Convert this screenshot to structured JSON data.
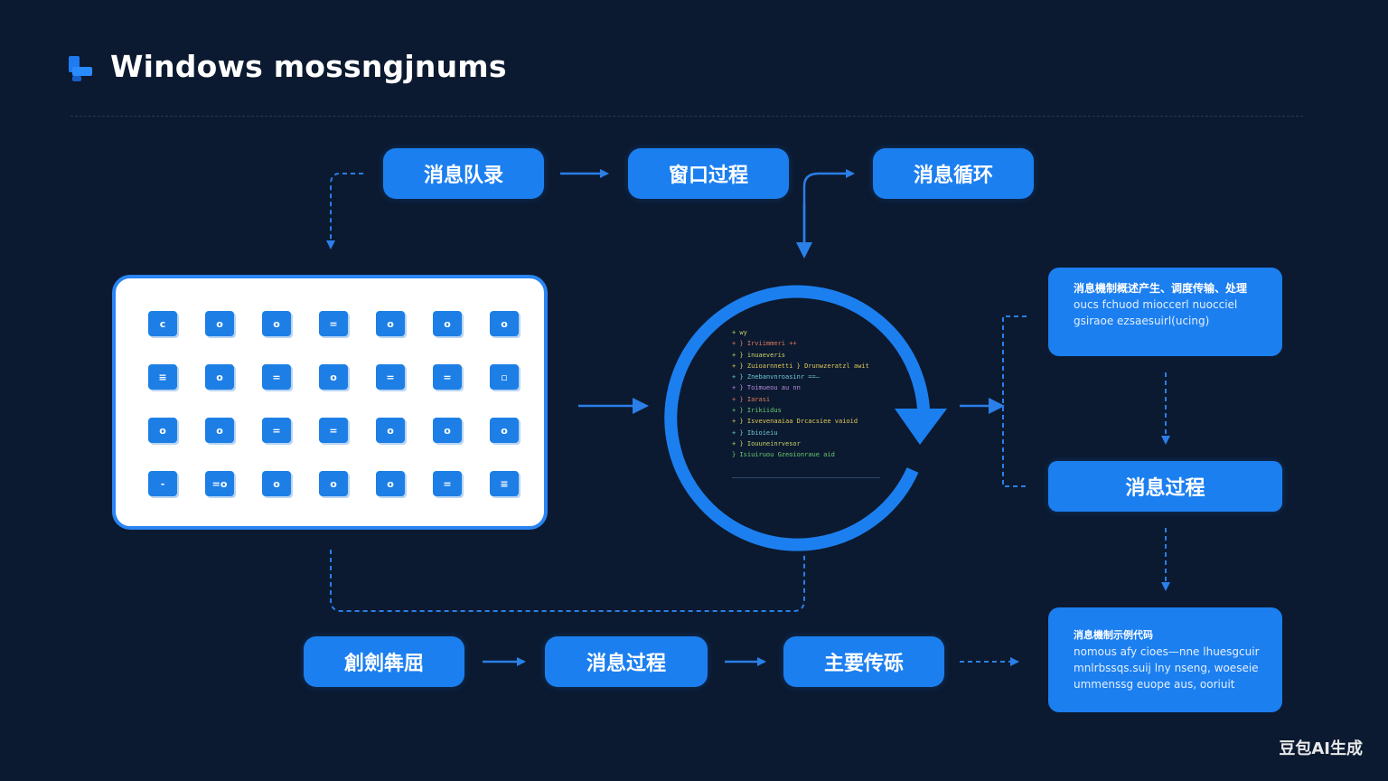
{
  "header": {
    "title": "Windows mossngjnums"
  },
  "nodes": {
    "top": [
      "消息队录",
      "窗口过程",
      "消息循环"
    ],
    "bottom": [
      "創劍犇屈",
      "消息过程",
      "主要传砾"
    ],
    "right_middle": "消息过程"
  },
  "cards": {
    "top": [
      "消息機制概述产生、调度传输、处理",
      "oucs fchuod mioccerl nuocciel",
      "gsiraoe ezsaesuirl(ucing)"
    ],
    "bottom": [
      "消息機制示例代码",
      "nomous afy cioes—nne lhuesgcuir",
      "mnlrbssqs.suij lny nseng, woeseie",
      "ummenssg euope aus, ooriuit"
    ]
  },
  "code_lines": [
    {
      "text": "+ wy",
      "color": "#c8d26a"
    },
    {
      "text": "+ } Irviimmeri ++",
      "color": "#e07a5a"
    },
    {
      "text": "+ } inuaeveris",
      "color": "#c8d26a"
    },
    {
      "text": "+ } Zuioarnnetti } Drunwzeratzl  awit",
      "color": "#e0c85a"
    },
    {
      "text": "+ } Znebanvnroasinr ==—",
      "color": "#6ec9d8"
    },
    {
      "text": "+ } Toimueou au nn",
      "color": "#b88ae0"
    },
    {
      "text": "+ } Iarasi",
      "color": "#e07a5a"
    },
    {
      "text": "+ } Irikiidus",
      "color": "#6ec96e"
    },
    {
      "text": "+ } Isvevenaaiaa Drcacsiee vaioid",
      "color": "#e0c85a"
    },
    {
      "text": "+ } Ibioieiu",
      "color": "#6ec9d8"
    },
    {
      "text": "+ } Iouuneinrvesor",
      "color": "#c8d26a"
    },
    {
      "text": "  } Isiuiruou Gzeoionraue  aid",
      "color": "#6ec96e"
    }
  ],
  "icon_grid": {
    "rows": 4,
    "cols": 7,
    "glyphs": [
      [
        "c",
        "o",
        "o",
        "=",
        "o",
        "o",
        "o"
      ],
      [
        "≡",
        "o",
        "=",
        "o",
        "=",
        "=",
        "▫"
      ],
      [
        "o",
        "o",
        "=",
        "=",
        "o",
        "o",
        "o"
      ],
      [
        "-",
        "=o",
        "o",
        "o",
        "o",
        "=",
        "≡"
      ]
    ]
  },
  "watermark": "豆包AI生成",
  "colors": {
    "background": "#0b1a30",
    "accent": "#1c7ff0",
    "connector": "#2a7fe8"
  }
}
